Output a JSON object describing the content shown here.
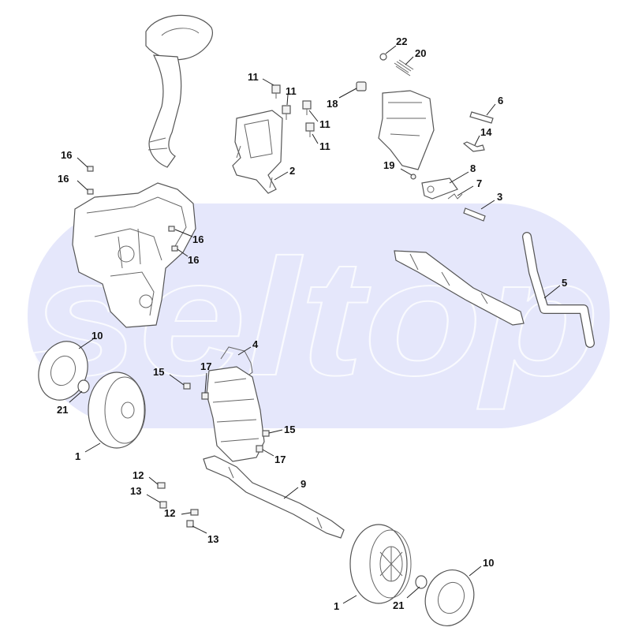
{
  "watermark": {
    "text": "seltop",
    "band_color": "#e5e7fb"
  },
  "callouts": [
    {
      "id": "c1a",
      "label": "1"
    },
    {
      "id": "c1b",
      "label": "1"
    },
    {
      "id": "c2",
      "label": "2"
    },
    {
      "id": "c3",
      "label": "3"
    },
    {
      "id": "c4",
      "label": "4"
    },
    {
      "id": "c5",
      "label": "5"
    },
    {
      "id": "c6",
      "label": "6"
    },
    {
      "id": "c7",
      "label": "7"
    },
    {
      "id": "c8",
      "label": "8"
    },
    {
      "id": "c9",
      "label": "9"
    },
    {
      "id": "c10a",
      "label": "10"
    },
    {
      "id": "c10b",
      "label": "10"
    },
    {
      "id": "c11a",
      "label": "11"
    },
    {
      "id": "c11b",
      "label": "11"
    },
    {
      "id": "c11c",
      "label": "11"
    },
    {
      "id": "c11d",
      "label": "11"
    },
    {
      "id": "c12a",
      "label": "12"
    },
    {
      "id": "c12b",
      "label": "12"
    },
    {
      "id": "c13a",
      "label": "13"
    },
    {
      "id": "c13b",
      "label": "13"
    },
    {
      "id": "c14",
      "label": "14"
    },
    {
      "id": "c15a",
      "label": "15"
    },
    {
      "id": "c15b",
      "label": "15"
    },
    {
      "id": "c16a",
      "label": "16"
    },
    {
      "id": "c16b",
      "label": "16"
    },
    {
      "id": "c16c",
      "label": "16"
    },
    {
      "id": "c16d",
      "label": "16"
    },
    {
      "id": "c17a",
      "label": "17"
    },
    {
      "id": "c17b",
      "label": "17"
    },
    {
      "id": "c18",
      "label": "18"
    },
    {
      "id": "c19",
      "label": "19"
    },
    {
      "id": "c20",
      "label": "20"
    },
    {
      "id": "c21a",
      "label": "21"
    },
    {
      "id": "c21b",
      "label": "21"
    },
    {
      "id": "c22",
      "label": "22"
    }
  ]
}
